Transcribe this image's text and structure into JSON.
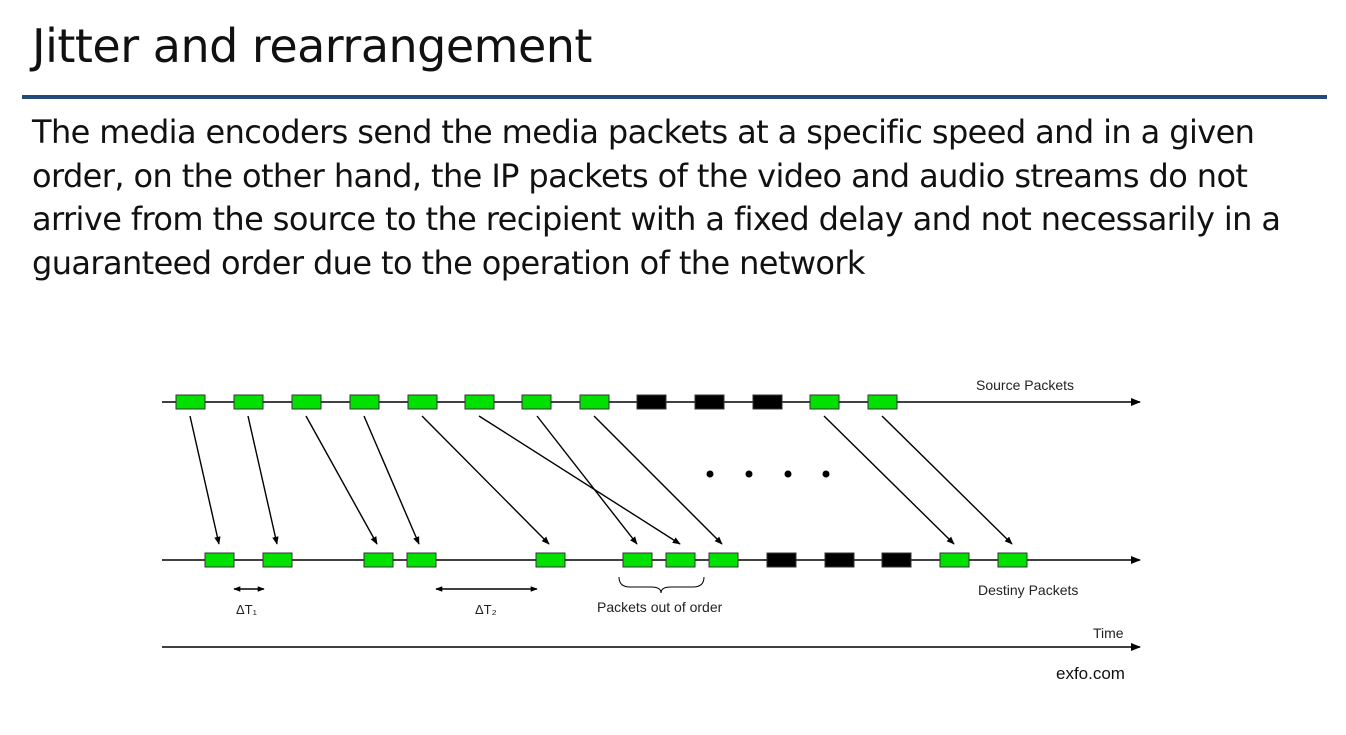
{
  "slide": {
    "title": "Jitter and rearrangement",
    "body": "The media encoders send the media packets at a specific speed and in a given order, on the other hand, the IP packets of the video and audio streams do not arrive from the source to the recipient with a fixed delay and not necessarily in a guaranteed order due to the operation of the network",
    "credit": "exfo.com"
  },
  "diagram": {
    "source_label": "Source Packets",
    "destiny_label": "Destiny Packets",
    "time_label": "Time",
    "delta1_label": "ΔT₁",
    "delta2_label": "ΔT₂",
    "out_of_order_label": "Packets out of order",
    "colors": {
      "ok": "#00e100",
      "lost": "#000000",
      "line": "#000000",
      "rule": "#244a7a"
    }
  }
}
